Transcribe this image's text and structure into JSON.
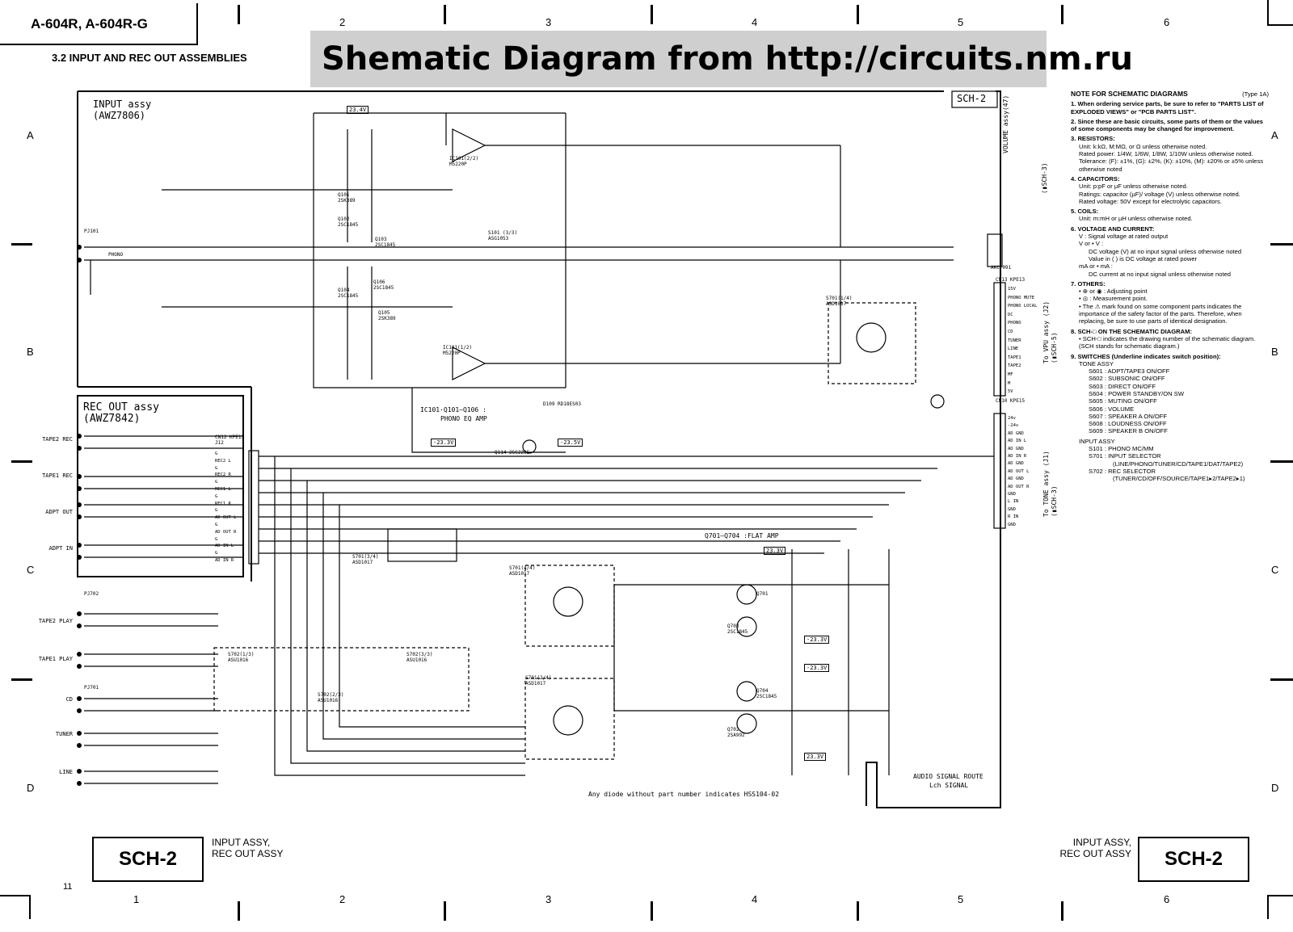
{
  "header": {
    "model": "A-604R, A-604R-G",
    "section": "3.2 INPUT AND REC OUT ASSEMBLIES",
    "watermark": "Shematic Diagram from http://circuits.nm.ru"
  },
  "grid": {
    "columns": [
      "1",
      "2",
      "3",
      "4",
      "5",
      "6"
    ],
    "rows": [
      "A",
      "B",
      "C",
      "D"
    ]
  },
  "diagram": {
    "sch_tag": "SCH-2",
    "input_assy": "INPUT assy",
    "input_assy_code": "(AWZ7806)",
    "rec_out_assy": "REC OUT assy",
    "rec_out_code": "(AWZ7842)",
    "phono_eq": "IC101·Q101–Q106 :",
    "phono_eq2": "PHONO EQ AMP",
    "flat_amp": "Q701–Q704 :FLAT AMP",
    "diode_note": "Any diode without part number indicates HSS104-02",
    "audio_route": "AUDIO SIGNAL ROUTE",
    "lch_signal": "Lch SIGNAL",
    "volume_assy": "VOLUME assy(47)",
    "to_sch3_a": "(▮SCH-3)",
    "vpu_assy": "To VPU assy (J2)",
    "sch5": "(▮SCH-5)",
    "tone_assy": "To TONE assy (J1)",
    "sch3": "(▮SCH-3)",
    "left_inputs": [
      "PHONO",
      "TAPE2 REC",
      "TAPE1 REC",
      "ADPT OUT",
      "ADPT IN",
      "TAPE2 PLAY",
      "TAPE1 PLAY",
      "CD",
      "TUNER",
      "LINE"
    ],
    "vpu_pins": [
      "15V",
      "PHONO MUTE",
      "PHONO LOCAL",
      "DC",
      "PHONO",
      "CD",
      "TUNER",
      "LINE",
      "TAPE1",
      "TAPE2",
      "MF",
      "M",
      "5V"
    ],
    "tone_pins": [
      "24v",
      "-24v",
      "AD GND",
      "AD IN L",
      "AD GND",
      "AD IN R",
      "AD GND",
      "AD OUT L",
      "AD GND",
      "AD OUT R",
      "GND",
      "L IN",
      "GND",
      "R IN",
      "GND"
    ],
    "rec_pins": [
      "G",
      "REC2 L",
      "G",
      "REC2 R",
      "G",
      "REC1 L",
      "G",
      "REC1 R",
      "G",
      "AD OUT L",
      "G",
      "AD OUT R",
      "G",
      "AD IN L",
      "G",
      "AD IN R"
    ],
    "voltages": [
      "23.4V",
      "-23.3V",
      "-23.5V",
      "23.3V",
      "-23.3V",
      "23.3V",
      "-23.3V"
    ],
    "switches": [
      "S701(1/4) ASD1017",
      "S701(2/4) ASD1017",
      "S701(3/4) ASD1017",
      "S701(4/4) ASD1017",
      "S702(1/3) ASU1016",
      "S702(2/3) ASU1016",
      "S702(3/3) ASU1016",
      "S101 (3/3) ASG1053"
    ],
    "ics": [
      "IC101(2/2) M5220P",
      "IC101(1/2) M5220P"
    ],
    "transistors": [
      "Q101 2SK389",
      "Q102 2SC1845",
      "Q103 2SC1845",
      "Q104 2SC1845",
      "Q106 2SC1845",
      "Q105 2SK389",
      "Q114 2SC2235",
      "Q701",
      "Q702 2SA992",
      "Q703 2SC1845",
      "Q704 2SC1845"
    ],
    "connectors": [
      "AKC-091",
      "CN12 KPE15 J12",
      "CN13 KPE13",
      "CN10 KPE15",
      "PJ101",
      "PJ702",
      "PJ701"
    ],
    "diode": "D109 RD18ES03"
  },
  "notes": {
    "title": "NOTE FOR SCHEMATIC DIAGRAMS",
    "type": "(Type 1A)",
    "n1": "1. When ordering service parts, be sure to refer to \"PARTS LIST of EXPLODED VIEWS\" or \"PCB PARTS LIST\".",
    "n2": "2. Since these are basic circuits, some parts of them or the values of some components may be changed for improvement.",
    "n3_h": "3. RESISTORS:",
    "n3_a": "Unit: k:kΩ, M:MΩ, or Ω unless otherwise noted.",
    "n3_b": "Rated power: 1/4W, 1/6W, 1/8W, 1/10W unless otherwise noted.",
    "n3_c": "Tolerance: (F): ±1%, (G): ±2%, (K): ±10%, (M): ±20% or ±5% unless otherwise noted",
    "n4_h": "4. CAPACITORS:",
    "n4_a": "Unit: p:pF or µF unless otherwise noted.",
    "n4_b": "Ratings: capacitor (µF)/ voltage (V) unless otherwise noted.",
    "n4_c": "Rated voltage: 50V except for electrolytic capacitors.",
    "n5_h": "5. COILS:",
    "n5_a": "Unit: m:mH or µH unless otherwise noted.",
    "n6_h": "6. VOLTAGE AND CURRENT:",
    "n6_a": "V : Signal voltage at rated output",
    "n6_b": "V or • V :",
    "n6_c": "DC voltage (V) at no input signal unless otherwise noted",
    "n6_d": "Value in ( ) is DC voltage at rated power",
    "n6_e": "mA or • mA :",
    "n6_f": "DC current at no input signal unless otherwise noted",
    "n7_h": "7. OTHERS:",
    "n7_a": "• ⊕ or ◉ : Adjusting point",
    "n7_b": "• ◎ : Measurement point.",
    "n7_c": "• The ⚠ mark found on some component parts indicates the importance of the safety factor of the parts. Therefore, when replacing, be sure to use parts of identical designation.",
    "n8_h": "8. SCH-□ ON THE SCHEMATIC DIAGRAM:",
    "n8_a": "• SCH-□ indicates the drawing number of the schematic diagram. (SCH stands for schematic diagram.)",
    "n9_h": "9. SWITCHES (Underline indicates switch position):",
    "tone_assy": "TONE ASSY",
    "sw_tone": [
      "S601 : ADPT/TAPE3 ON/OFF",
      "S602 : SUBSONIC ON/OFF",
      "S603 : DIRECT ON/OFF",
      "S604 : POWER STANDBY/ON SW",
      "S605 : MUTING ON/OFF",
      "S606 : VOLUME",
      "S607 : SPEAKER A ON/OFF",
      "S608 : LOUDNESS ON/OFF",
      "S609 : SPEAKER B ON/OFF"
    ],
    "input_assy": "INPUT ASSY",
    "sw_input": [
      "S101 : PHONO MC/MM",
      "S701 : INPUT SELECTOR",
      "(LINE/PHONO/TUNER/CD/TAPE1/DAT/TAPE2)",
      "S702 : REC SELECTOR",
      "(TUNER/CD/OFF/SOURCE/TAPE1▸2/TAPE2▸1)"
    ]
  },
  "footer": {
    "sch_label": "SCH-2",
    "caption_line1": "INPUT ASSY,",
    "caption_line2": "REC OUT ASSY",
    "page_number": "11"
  }
}
